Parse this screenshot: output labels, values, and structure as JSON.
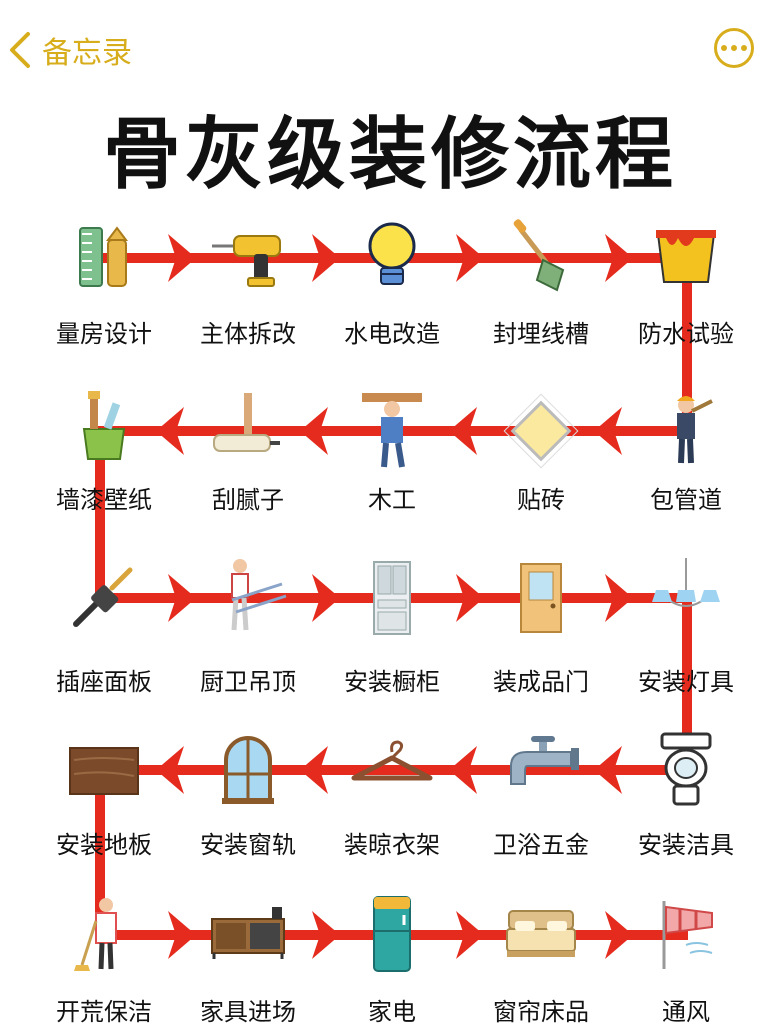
{
  "nav": {
    "back_label": "备忘录"
  },
  "title": "骨灰级装修流程",
  "steps": [
    [
      "量房设计",
      "主体拆改",
      "水电改造",
      "封埋线槽",
      "防水试验"
    ],
    [
      "墙漆壁纸",
      "刮腻子",
      "木工",
      "贴砖",
      "包管道"
    ],
    [
      "插座面板",
      "厨卫吊顶",
      "安装橱柜",
      "装成品门",
      "安装灯具"
    ],
    [
      "安装地板",
      "安装窗轨",
      "装晾衣架",
      "卫浴五金",
      "安装洁具"
    ],
    [
      "开荒保洁",
      "家具进场",
      "家电",
      "窗帘床品",
      "通风"
    ]
  ],
  "colors": {
    "line": "#e52b1d",
    "accent": "#d8ad1c"
  },
  "icons": [
    [
      "measuring-tape-icon",
      "drill-icon",
      "light-bulb-icon",
      "shovel-icon",
      "paint-bucket-icon"
    ],
    [
      "paint-brushes-icon",
      "paint-roller-icon",
      "carpenter-icon",
      "tile-icon",
      "plumber-icon"
    ],
    [
      "socket-plug-icon",
      "worker-ladder-icon",
      "cabinet-icon",
      "door-icon",
      "chandelier-icon"
    ],
    [
      "wood-floor-icon",
      "window-icon",
      "hanger-icon",
      "faucet-icon",
      "toilet-icon"
    ],
    [
      "cleaner-icon",
      "furniture-icon",
      "refrigerator-icon",
      "bed-icon",
      "windsock-icon"
    ]
  ]
}
